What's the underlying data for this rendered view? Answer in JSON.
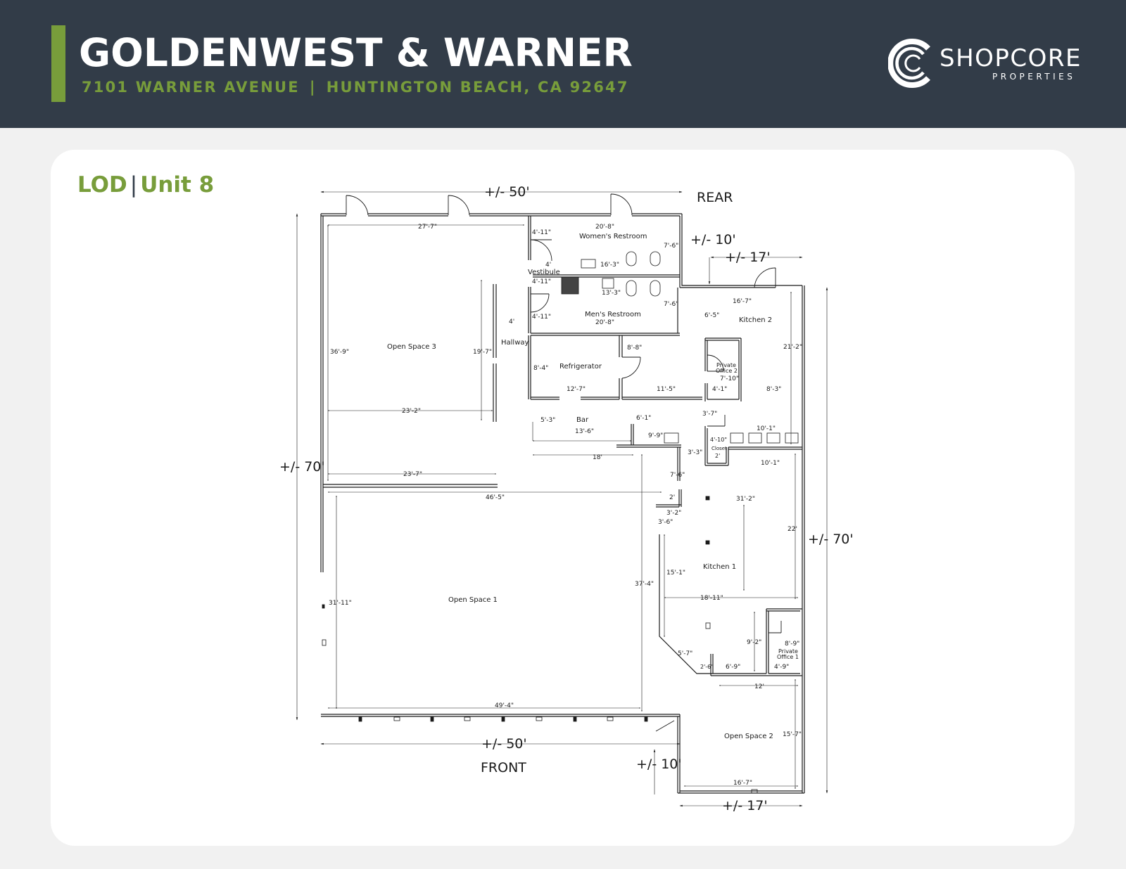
{
  "header": {
    "title": "GOLDENWEST & WARNER",
    "address": "7101 WARNER AVENUE",
    "separator": "|",
    "city": "HUNTINGTON BEACH, CA 92647"
  },
  "logo": {
    "icon": "shopcore-c-logo-icon",
    "name": "SHOPCORE",
    "tagline": "PROPERTIES"
  },
  "plan_card": {
    "title_left": "LOD",
    "title_sep": "|",
    "title_right": "Unit 8"
  },
  "floor_plan": {
    "orientation": {
      "rear": "REAR",
      "front": "FRONT"
    },
    "overall_dims": {
      "top_width": "+/- 50'",
      "bottom_width": "+/- 50'",
      "left_height": "+/- 70'",
      "right_height": "+/- 70'",
      "rear_offset": "+/- 10'",
      "front_offset": "+/- 10'",
      "rear_wing_width": "+/- 17'",
      "front_wing_width": "+/- 17'"
    },
    "rooms": {
      "open_space_3": "Open Space 3",
      "open_space_1": "Open Space 1",
      "open_space_2": "Open Space 2",
      "womens_restroom": "Women's Restroom",
      "mens_restroom": "Men's Restroom",
      "vestibule": "Vestibule",
      "hallway": "Hallway",
      "refrigerator": "Refrigerator",
      "kitchen_2": "Kitchen 2",
      "kitchen_1": "Kitchen 1",
      "bar": "Bar",
      "closet": "Closet",
      "private_office_2_line1": "Private",
      "private_office_2_line2": "Office 2",
      "private_office_1_line1": "Private",
      "private_office_1_line2": "Office 1"
    },
    "dimensions": {
      "d27_7": "27'-7\"",
      "d36_9": "36'-9\"",
      "d23_2": "23'-2\"",
      "d19_7": "19'-7\"",
      "d23_7": "23'-7\"",
      "d46_5": "46'-5\"",
      "d31_11": "31'-11\"",
      "d49_4": "49'-4\"",
      "d37_4": "37'-4\"",
      "d20_8a": "20'-8\"",
      "d20_8b": "20'-8\"",
      "d4_11a": "4'-11\"",
      "d4_11b": "4'-11\"",
      "d4_11c": "4'-11\"",
      "d7_6a": "7'-6\"",
      "d7_6b": "7'-6\"",
      "d4a": "4'",
      "d4b": "4'",
      "d16_3": "16'-3\"",
      "d13_3": "13'-3\"",
      "d16_7a": "16'-7\"",
      "d16_7b": "16'-7\"",
      "d6_5": "6'-5\"",
      "d21_2": "21'-2\"",
      "d8_8": "8'-8\"",
      "d8_4": "8'-4\"",
      "d12_7": "12'-7\"",
      "d11_5": "11'-5\"",
      "d7_10": "7'-10\"",
      "d4_1": "4'-1\"",
      "d8_3": "8'-3\"",
      "d3_7": "3'-7\"",
      "d5_3": "5'-3\"",
      "d13_6": "13'-6\"",
      "d6_1": "6'-1\"",
      "d9_9": "9'-9\"",
      "d4_10": "4'-10\"",
      "d2a": "2'",
      "d2b": "2'",
      "d10_1a": "10'-1\"",
      "d10_1b": "10'-1\"",
      "d18": "18'",
      "d3_3": "3'-3\"",
      "d7_6c": "7'-6\"",
      "d31_2": "31'-2\"",
      "d3_2": "3'-2\"",
      "d3_6": "3'-6\"",
      "d22": "22'",
      "d15_1": "15'-1\"",
      "d18_11": "18'-11\"",
      "d9_2": "9'-2\"",
      "d8_9": "8'-9\"",
      "d5_7": "5'-7\"",
      "d2_6": "2'-6\"",
      "d6_9": "6'-9\"",
      "d4_9": "4'-9\"",
      "d12": "12'",
      "d15_7": "15'-7\""
    }
  },
  "colors": {
    "header_bg": "#323c48",
    "accent_green": "#789d3b",
    "page_bg": "#f1f1f1",
    "card_bg": "#ffffff",
    "line": "#1a1a1a"
  }
}
